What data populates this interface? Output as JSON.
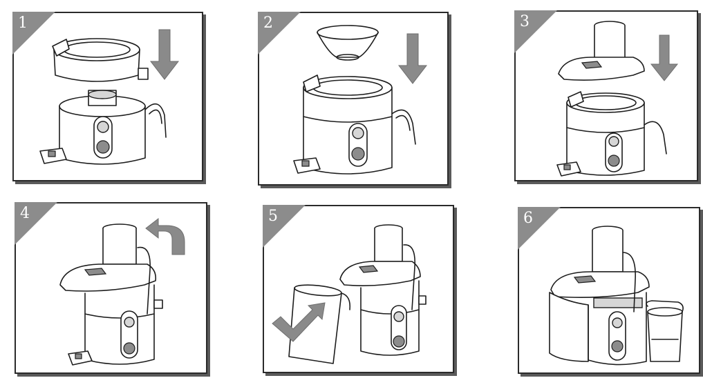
{
  "steps": [
    {
      "number": "1"
    },
    {
      "number": "2"
    },
    {
      "number": "3"
    },
    {
      "number": "4"
    },
    {
      "number": "5"
    },
    {
      "number": "6"
    }
  ],
  "colors": {
    "badge": "#8c8c8c",
    "arrow": "#8a8a8a",
    "border": "#2a2a2a"
  }
}
